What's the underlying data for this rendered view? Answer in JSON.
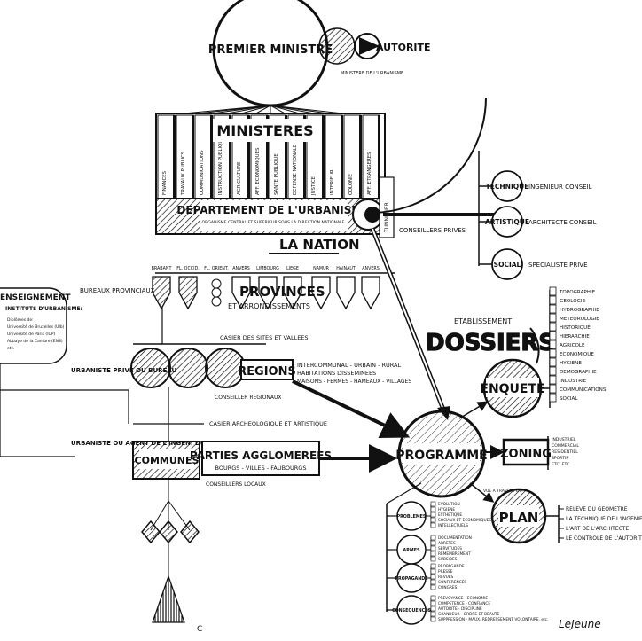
{
  "top": {
    "premier_ministre": "PREMIER MINISTRE",
    "autorite": "AUTORITE",
    "ministere_urbanisme": "MINISTERE DE L'URBANISME",
    "ministeres": "MINISTERES",
    "ministry_columns": [
      "FINANCES",
      "TRAVAUX PUBLICS",
      "COMMUNICATIONS",
      "INSTRUCTION PUBLIQUE",
      "AGRICULTURE",
      "AFF. ECONOMIQUES",
      "SANTE PUBLIQUE",
      "DEFENSE NATIONALE",
      "JUSTICE",
      "INTERIEUR",
      "COLONIE",
      "AFF. ETRANGERES"
    ],
    "departement": "DEPARTEMENT DE L'URBANISME",
    "departement_sub": "ORGANISME CENTRAL ET SUPERIEUR SOUS LA DIRECTION NATIONALE",
    "la_nation": "LA NATION",
    "tunnelier": "TUNNELIER",
    "conseillers_prives": "CONSEILLERS PRIVES",
    "advisors": [
      {
        "circle": "TECHNIQUE",
        "role": "INGENIEUR CONSEIL"
      },
      {
        "circle": "ARTISTIQUE",
        "role": "ARCHITECTE CONSEIL"
      },
      {
        "circle": "SOCIAL",
        "role": "SPECIALISTE PRIVE"
      }
    ]
  },
  "provinces": {
    "names": [
      "BRABANT",
      "FL. OCCID.",
      "FL. ORIENT.",
      "ANVERS",
      "LIMBOURG",
      "LIEGE",
      "NAMUR",
      "HAINAUT",
      "ANVERS"
    ],
    "title": "PROVINCES",
    "subtitle": "ET ARRONDISSEMENTS",
    "bureaux": "BUREAUX PROVINCIAUX"
  },
  "left": {
    "enseignement": "ENSEIGNEMENT",
    "instituts": "INSTITUTS D'URBANISME:",
    "lines": [
      "Diplômes de:",
      "Université de Bruxelles (Ulb)",
      "Université de Paris (IUP)",
      "Abbaye de la Cambre (ENS)",
      "etc."
    ],
    "urbaniste_prive": "URBANISTE PRIVE OU BUREAU",
    "urbaniste_agent": "URBANISTE OU AGENT DE L'INGEN. DU GEOM."
  },
  "middle": {
    "casier_sites": "CASIER DES SITES ET VALLEES",
    "regions": "REGIONS",
    "regions_desc": [
      "INTERCOMMUNAL - URBAIN - RURAL",
      "HABITATIONS DISSEMINEES",
      "MAISONS - FERMES - HAMEAUX - VILLAGES"
    ],
    "conseiller_regionaux": "CONSEILLER REGIONAUX",
    "casier_archeo": "CASIER ARCHEOLOGIQUE ET ARTISTIQUE",
    "communes": "COMMUNES",
    "parties": "PARTIES AGGLOMEREES",
    "parties_sub": "BOURGS - VILLES - FAUBOURGS",
    "conseillers_locaux": "CONSEILLERS LOCAUX"
  },
  "right": {
    "etablissement": "ETABLISSEMENT",
    "dossiers": "DOSSIERS",
    "enquete": "ENQUETE",
    "enquete_items": [
      "TOPOGRAPHIE",
      "GEOLOGIE",
      "HYDROGRAPHIE",
      "METEOROLOGIE",
      "HISTORIQUE",
      "HIERARCHIE",
      "AGRICOLE",
      "ECONOMIQUE",
      "HYGIENE",
      "DEMOGRAPHIE",
      "INDUSTRIE",
      "COMMUNICATIONS",
      "SOCIAL"
    ],
    "programme": "PROGRAMME",
    "zoning": "ZONING",
    "zoning_items": [
      "INDUSTRIEL",
      "COMMERCIAL",
      "RESIDENTIEL",
      "SPORTIF",
      "ETC.  ETC."
    ],
    "plan_label": "VUE A TRAVERS DU",
    "plan": "PLAN",
    "plan_roles": [
      "RELEVE DU GEOMETRE",
      "LA TECHNIQUE DE L'INGENIEUR",
      "L'ART DE L'ARCHITECTE",
      "LE CONTROLE DE L'AUTORITE"
    ],
    "bottom_circles": [
      {
        "label": "PROBLEMES",
        "items": [
          "EVOLUTION",
          "HYGIENE",
          "ESTHETIQUE",
          "SOCIAUX ET ECONOMIQUES",
          "INTELLECTUELS"
        ]
      },
      {
        "label": "ARMES",
        "items": [
          "DOCUMENTATION",
          "ARRETES",
          "SERVITUDES",
          "REMEMBREMENT",
          "SUBSIDES"
        ]
      },
      {
        "label": "PROPAGANDE",
        "items": [
          "PROPAGANDE",
          "PRESSE",
          "REVUES",
          "CONFERENCES",
          "CONGRES"
        ]
      },
      {
        "label": "CONSEQUENCES",
        "items": [
          "PREVOYANCE - ECONOMIE",
          "COMPETENCE - CONFIANCE",
          "AUTORITE - DISCIPLINE",
          "GRANDEUR - ORDRE ET BEAUTE",
          "SUPPRESSION - MAUX, REDRESSEMENT VOLONTAIRE, etc."
        ]
      }
    ],
    "signature": "LeJeune"
  },
  "footer_c": "C"
}
